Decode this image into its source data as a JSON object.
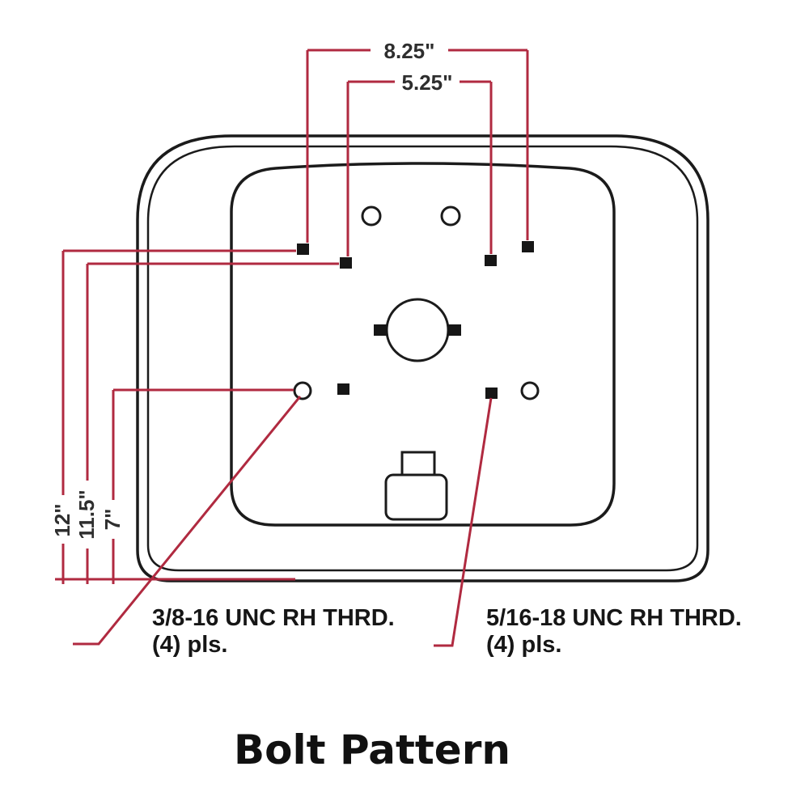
{
  "title": "Bolt Pattern",
  "dimensions": {
    "width_outer": "8.25\"",
    "width_inner": "5.25\"",
    "height_12": "12\"",
    "height_11_5": "11.5\"",
    "height_7": "7\""
  },
  "callouts": {
    "left_thread": {
      "line1": "3/8-16 UNC RH THRD.",
      "line2": "(4) pls."
    },
    "right_thread": {
      "line1": "5/16-18 UNC RH THRD.",
      "line2": "(4) pls."
    }
  },
  "colors": {
    "dimension_red": "#b02a40",
    "outline_black": "#1b1b1b"
  }
}
